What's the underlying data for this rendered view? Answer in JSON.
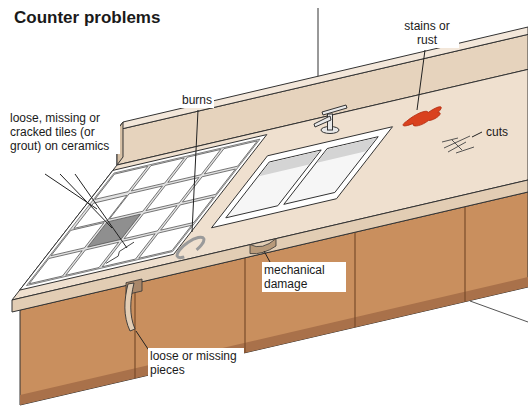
{
  "diagram": {
    "title": "Counter problems",
    "labels": [
      "stains or rust",
      "burns",
      "loose, missing or cracked tiles (or grout) on ceramics",
      "cuts",
      "mechanical damage",
      "loose or missing pieces"
    ]
  }
}
